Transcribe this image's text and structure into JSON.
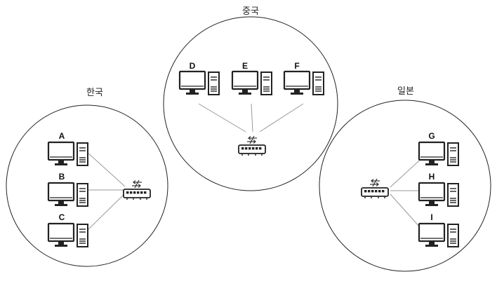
{
  "regions": [
    {
      "label": "한국",
      "switch_icon": "network-switch-icon",
      "computers": [
        {
          "label": "A"
        },
        {
          "label": "B"
        },
        {
          "label": "C"
        }
      ]
    },
    {
      "label": "중국",
      "switch_icon": "network-switch-icon",
      "computers": [
        {
          "label": "D"
        },
        {
          "label": "E"
        },
        {
          "label": "F"
        }
      ]
    },
    {
      "label": "일본",
      "switch_icon": "network-switch-icon",
      "computers": [
        {
          "label": "G"
        },
        {
          "label": "H"
        },
        {
          "label": "I"
        }
      ]
    }
  ],
  "colors": {
    "stroke": "#222222",
    "link": "#999999",
    "background": "#ffffff"
  }
}
